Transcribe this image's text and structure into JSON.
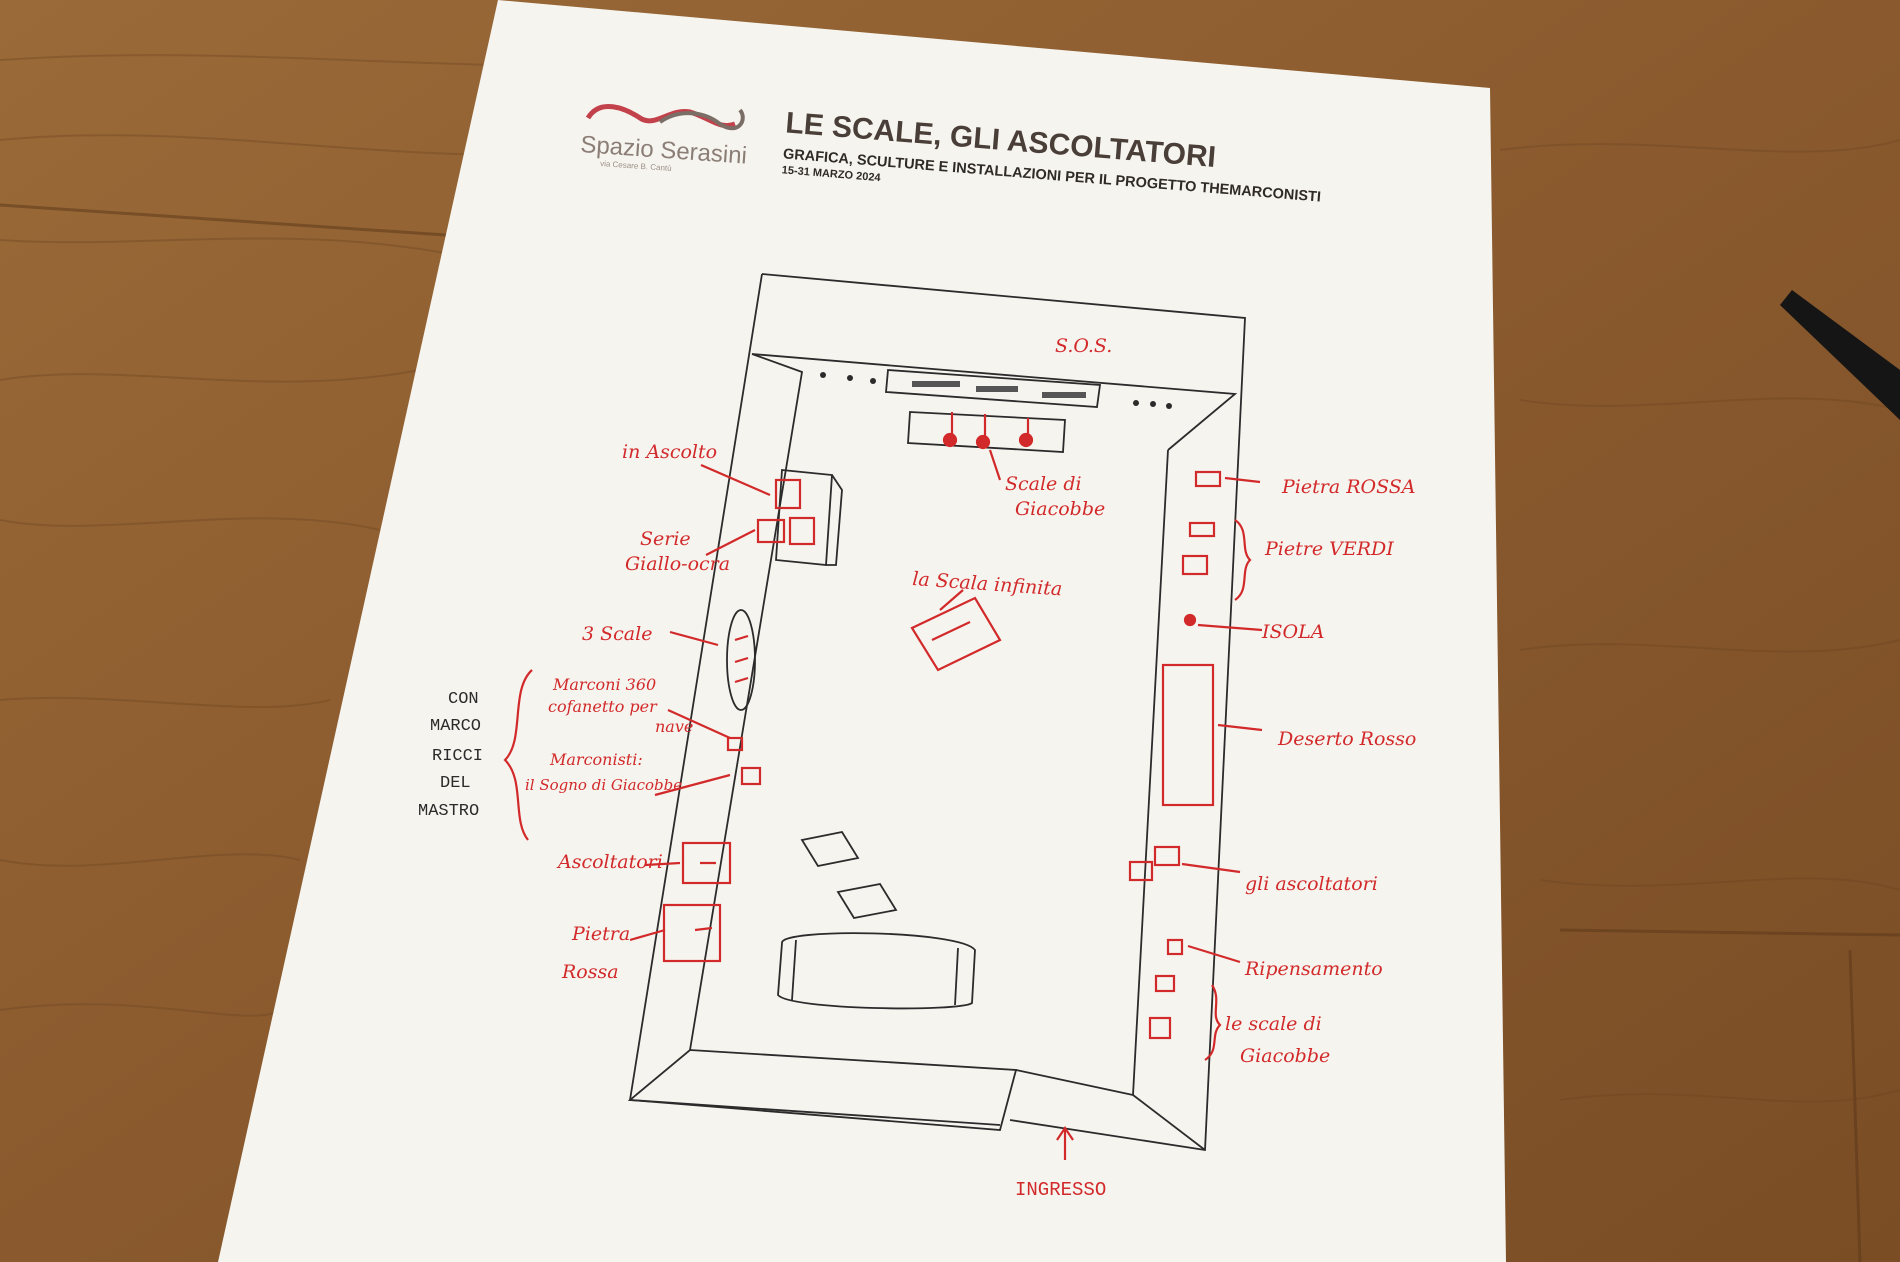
{
  "header": {
    "logo_text": "Spazio Serasini",
    "logo_subtext": "via Cesare B. Cantù",
    "title": "LE SCALE, GLI ASCOLTATORI",
    "subtitle": "GRAFICA, SCULTURE E INSTALLAZIONI PER IL PROGETTO THEMARCONISTI",
    "dates": "15-31 MARZO 2024"
  },
  "labels": {
    "sos": "S.O.S.",
    "scale_giacobbe_top": [
      "Scale di",
      "Giacobbe"
    ],
    "in_ascolto": "in Ascolto",
    "serie": [
      "Serie",
      "Giallo-ocra"
    ],
    "scala_infinita": "la Scala infinita",
    "tre_scale": "3 Scale",
    "pietra_rossa_right": "Pietra ROSSA",
    "pietre_verdi": "Pietre VERDI",
    "isola": "ISOLA",
    "deserto_rosso": "Deserto Rosso",
    "con_marco": [
      "CON",
      "MARCO",
      "RICCI",
      "DEL",
      "MASTRO"
    ],
    "marconi_360": [
      "Marconi 360",
      "cofanetto per",
      "nave"
    ],
    "marconisti": [
      "Marconisti:",
      "il Sogno di Giacobbe"
    ],
    "ascoltatori_left": "Ascoltatori",
    "pietra_rossa_left": [
      "Pietra",
      "Rossa"
    ],
    "gli_ascoltatori": "gli ascoltatori",
    "ripensamento": "Ripensamento",
    "scale_giacobbe_right": [
      "le scale di",
      "Giacobbe"
    ],
    "ingresso": "INGRESSO"
  },
  "colors": {
    "desk": "#8a5a2e",
    "paper": "#f6f4ef",
    "red_ink": "#d22a2a",
    "pencil": "#2b2b2b",
    "title": "#4a3f38"
  }
}
